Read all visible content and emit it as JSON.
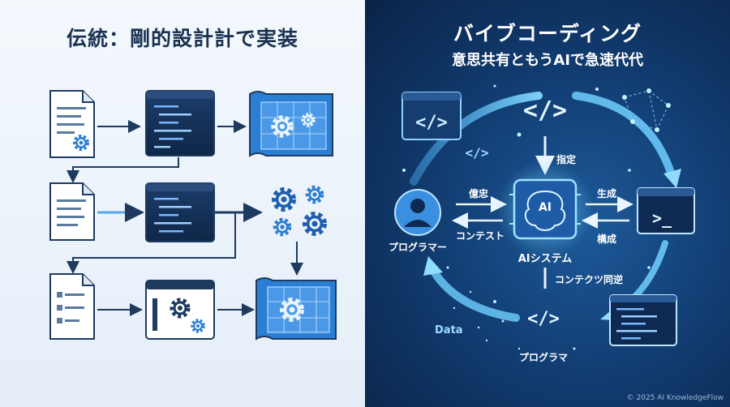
{
  "left": {
    "title": "伝統：剛的設計計で実装"
  },
  "right": {
    "title": "バイブコーディング",
    "subtitle": "意思共有ともうAIで急速代代",
    "labels": {
      "instruct": "指定",
      "intent": "億忠",
      "context_in": "コンテスト",
      "generate": "生成",
      "compose": "構成",
      "programmer": "プログラマー",
      "ai_system": "AIシステム",
      "context_sync": "コンテクツ同逆",
      "program": "プログラマ",
      "data": "Data",
      "ai_badge": "AI"
    }
  },
  "footer": "© 2025 AI KnowledgeFlow",
  "colors": {
    "accent_blue": "#2a7fd4",
    "accent_cyan": "#4ee0ff",
    "dark_navy": "#0d2a52",
    "left_bg": "#eef4fb"
  },
  "icons": [
    "document-icon",
    "code-editor-icon",
    "blueprint-icon",
    "gear-icon",
    "user-icon",
    "ai-brain-icon",
    "terminal-icon",
    "code-tag-icon",
    "network-icon"
  ]
}
